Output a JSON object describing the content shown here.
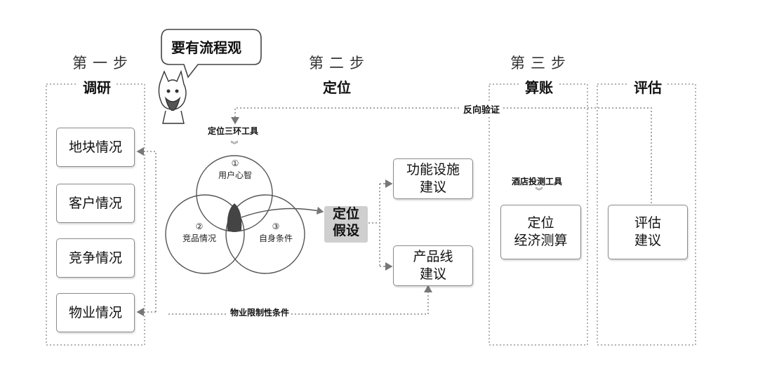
{
  "bubble": {
    "text": "要有流程观"
  },
  "steps": {
    "step1": "第一步",
    "step2": "第二步",
    "step3": "第三步"
  },
  "columns": {
    "research": {
      "title": "调研",
      "items": [
        "地块情况",
        "客户情况",
        "竞争情况",
        "物业情况"
      ]
    },
    "positioning": {
      "title": "定位",
      "tool_label": "定位三环工具",
      "circles": [
        {
          "num": "①",
          "label": "用户心智"
        },
        {
          "num": "②",
          "label": "竞品情况"
        },
        {
          "num": "③",
          "label": "自身条件"
        }
      ],
      "hypothesis": [
        "定位",
        "假设"
      ],
      "outputs": [
        [
          "功能设施",
          "建议"
        ],
        [
          "产品线",
          "建议"
        ]
      ],
      "constraint_label": "物业限制性条件"
    },
    "accounting": {
      "title": "算账",
      "tool_label": "酒店投测工具",
      "card": [
        "定位",
        "经济测算"
      ]
    },
    "evaluation": {
      "title": "评估",
      "card": [
        "评估",
        "建议"
      ]
    }
  },
  "feedback_label": "反向验证"
}
